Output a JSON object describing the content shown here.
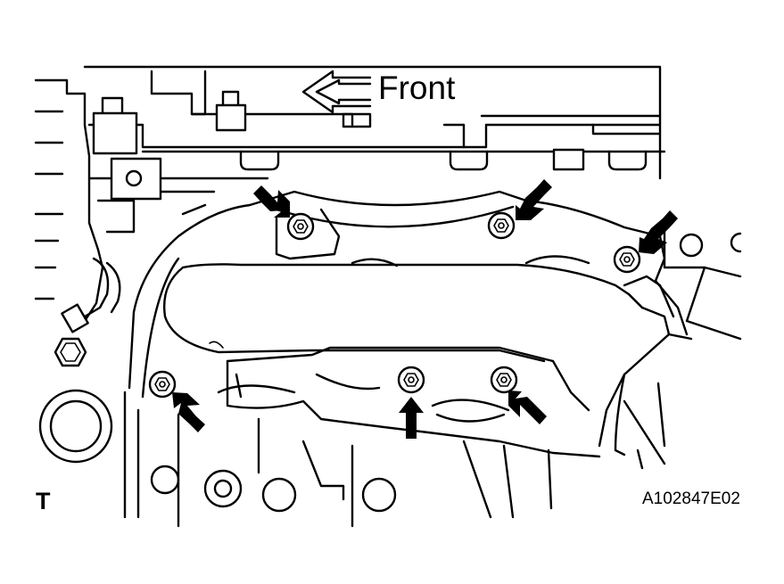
{
  "labels": {
    "direction": "Front",
    "view_marker": "T",
    "figure_id": "A102847E02"
  },
  "bolts": [
    {
      "name": "bolt-upper-left"
    },
    {
      "name": "bolt-upper-right"
    },
    {
      "name": "bolt-right"
    },
    {
      "name": "bolt-lower-left"
    },
    {
      "name": "bolt-lower-center"
    },
    {
      "name": "bolt-lower-right"
    }
  ],
  "colors": {
    "ink": "#000000",
    "paper": "#ffffff"
  }
}
